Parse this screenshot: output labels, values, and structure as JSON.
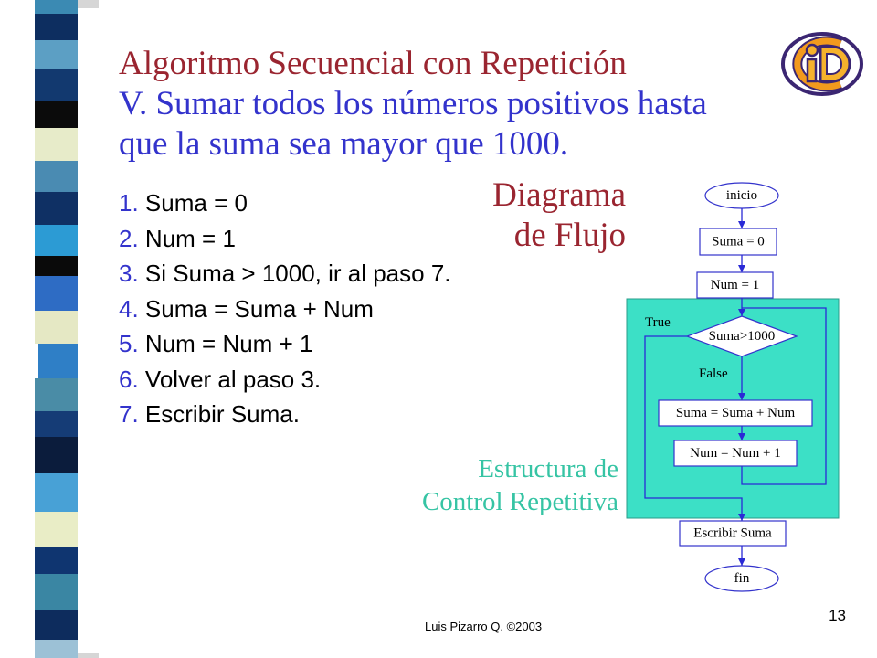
{
  "title": {
    "heading": "Algoritmo Secuencial con Repetición",
    "lines": [
      "V. Sumar todos los números positivos hasta",
      "que la suma sea mayor que 1000."
    ]
  },
  "steps": [
    {
      "number": "1.",
      "text": "Suma = 0"
    },
    {
      "number": "2.",
      "text": "Num = 1"
    },
    {
      "number": "3.",
      "text": "Si Suma > 1000, ir al paso 7."
    },
    {
      "number": "4.",
      "text": "Suma = Suma + Num"
    },
    {
      "number": "5.",
      "text": "Num = Num + 1"
    },
    {
      "number": "6.",
      "text": "Volver al paso 3."
    },
    {
      "number": "7.",
      "text": "Escribir Suma."
    }
  ],
  "diagram_heading": {
    "line1": "Diagrama",
    "line2": "de Flujo"
  },
  "structure_label": {
    "line1": "Estructura de",
    "line2": "Control Repetitiva"
  },
  "flowchart": {
    "start": "inicio",
    "sum_init": "Suma = 0",
    "num_init": "Num = 1",
    "condition": "Suma>1000",
    "true_branch": "True",
    "false_branch": "False",
    "sum_update": "Suma = Suma + Num",
    "num_update": "Num = Num + 1",
    "output": "Escribir Suma",
    "end": "fin"
  },
  "footer": {
    "credit": "Luis Pizarro Q. ©2003",
    "page_number": "13"
  },
  "logo": {
    "lettering": "iD"
  },
  "colors": {
    "title_heading": "#9a2530",
    "title_text": "#3333cc",
    "step_number": "#3333cc",
    "structure_label": "#36c4a4",
    "loop_fill": "#3ce0c6",
    "flow_line": "#2a2ad6",
    "flow_node_border": "#3333cc"
  }
}
